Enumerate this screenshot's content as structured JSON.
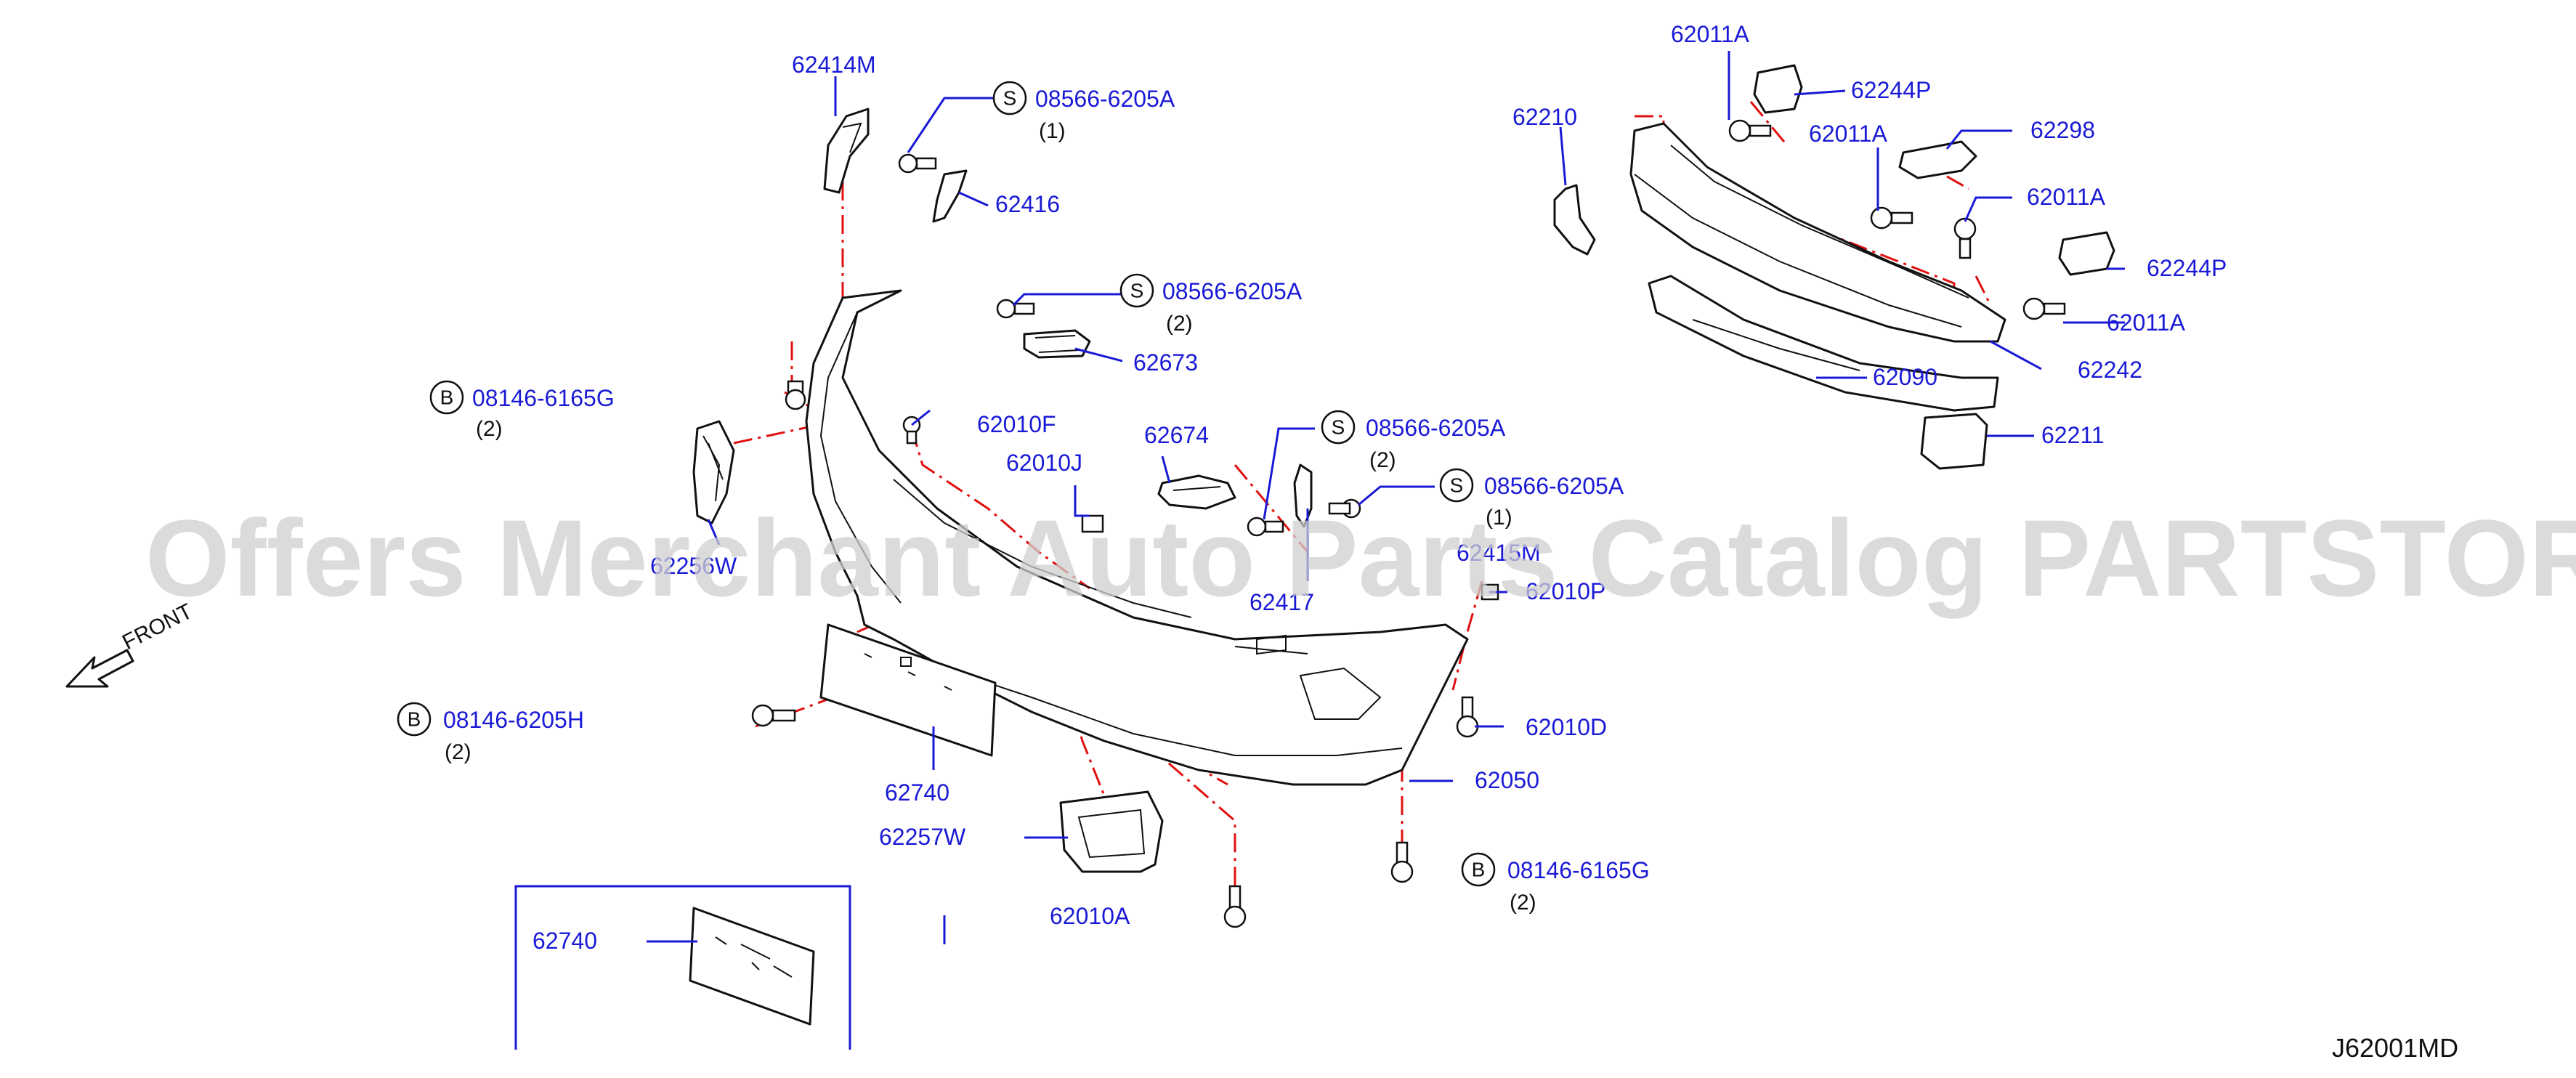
{
  "diagram": {
    "reference_code": "J62001MD",
    "front_indicator": "FRONT",
    "watermark": "Offers Merchant Auto Parts Catalog PARTSTORE.SA",
    "callouts": [
      {
        "id": "c1",
        "code": "62414M"
      },
      {
        "id": "c2",
        "code": "08566-6205A",
        "prefix": "S",
        "qty": "(1)"
      },
      {
        "id": "c3",
        "code": "62416"
      },
      {
        "id": "c4",
        "code": "08566-6205A",
        "prefix": "S",
        "qty": "(2)"
      },
      {
        "id": "c5",
        "code": "62673"
      },
      {
        "id": "c6",
        "code": "08146-6165G",
        "prefix": "B",
        "qty": "(2)"
      },
      {
        "id": "c7",
        "code": "62010F"
      },
      {
        "id": "c8",
        "code": "62010J"
      },
      {
        "id": "c9",
        "code": "62674"
      },
      {
        "id": "c10",
        "code": "08566-6205A",
        "prefix": "S",
        "qty": "(2)"
      },
      {
        "id": "c11",
        "code": "08566-6205A",
        "prefix": "S",
        "qty": "(1)"
      },
      {
        "id": "c12",
        "code": "62415M"
      },
      {
        "id": "c13",
        "code": "62417"
      },
      {
        "id": "c14",
        "code": "62010P"
      },
      {
        "id": "c15",
        "code": "62256W"
      },
      {
        "id": "c16",
        "code": "08146-6205H",
        "prefix": "B",
        "qty": "(2)"
      },
      {
        "id": "c17",
        "code": "62740"
      },
      {
        "id": "c18",
        "code": "62257W"
      },
      {
        "id": "c19",
        "code": "62010D"
      },
      {
        "id": "c20",
        "code": "62050"
      },
      {
        "id": "c21",
        "code": "08146-6165G",
        "prefix": "B",
        "qty": "(2)"
      },
      {
        "id": "c22",
        "code": "62010A"
      },
      {
        "id": "c23",
        "code": "62740"
      },
      {
        "id": "c24",
        "code": "62011A"
      },
      {
        "id": "c25",
        "code": "62244P"
      },
      {
        "id": "c26",
        "code": "62210"
      },
      {
        "id": "c27",
        "code": "62011A"
      },
      {
        "id": "c28",
        "code": "62298"
      },
      {
        "id": "c29",
        "code": "62011A"
      },
      {
        "id": "c30",
        "code": "62244P"
      },
      {
        "id": "c31",
        "code": "62011A"
      },
      {
        "id": "c32",
        "code": "62242"
      },
      {
        "id": "c33",
        "code": "62090"
      },
      {
        "id": "c34",
        "code": "62211"
      }
    ]
  }
}
